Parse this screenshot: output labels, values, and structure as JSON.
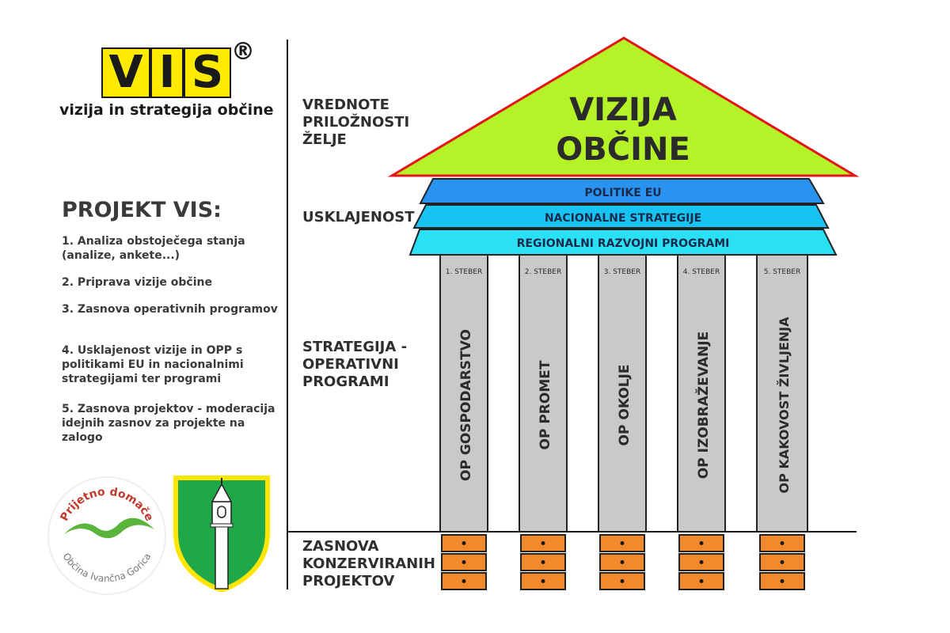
{
  "logo": {
    "letters": [
      "V",
      "I",
      "S"
    ],
    "registered": "®",
    "subtitle": "vizija in strategija občine"
  },
  "project": {
    "title": "PROJEKT VIS:",
    "items": [
      "1. Analiza obstoječega stanja (analize, ankete...)",
      "2. Priprava vizije občine",
      "3. Zasnova operativnih programov",
      "4. Usklajenost vizije in OPP s politikami EU in nacionalnimi strategijami ter programi",
      "5. Zasnova projektov - moderacija idejnih zasnov za projekte na zalogo"
    ]
  },
  "badges": {
    "prijetno_top": "Prijetno domače",
    "prijetno_bottom": "Občina Ivančna Gorica"
  },
  "labels": {
    "vrednote": "VREDNOTE\nPRILOŽNOSTI\nŽELJE",
    "usklajenost": "USKLAJENOST",
    "strategija": "STRATEGIJA -\nOPERATIVNI\nPROGRAMI",
    "zasnova": "ZASNOVA\nKONZERVIRANIH\nPROJEKTOV"
  },
  "roof": {
    "line1": "VIZIJA",
    "line2": "OBČINE",
    "color": "#b5f227",
    "border": "#e3141b"
  },
  "layers": [
    {
      "text": "POLITIKE EU",
      "color": "#2a93ef"
    },
    {
      "text": "NACIONALNE STRATEGIJE",
      "color": "#19c3f1"
    },
    {
      "text": "REGIONALNI RAZVOJNI PROGRAMI",
      "color": "#2ae0f5"
    }
  ],
  "pillars": [
    {
      "tag": "1. STEBER",
      "name": "OP  GOSPODARSTVO"
    },
    {
      "tag": "2. STEBER",
      "name": "OP  PROMET"
    },
    {
      "tag": "3. STEBER",
      "name": "OP  OKOLJE"
    },
    {
      "tag": "4. STEBER",
      "name": "OP  IZOBRAŽEVANJE"
    },
    {
      "tag": "5. STEBER",
      "name": "OP  KAKOVOST ŽIVLJENJA"
    }
  ],
  "colors": {
    "pillar": "#c9c9c9",
    "drawer": "#f08a2c",
    "logo_yellow": "#ffeb00",
    "crest_green": "#1fa84a",
    "crest_yellow": "#ffe600"
  }
}
